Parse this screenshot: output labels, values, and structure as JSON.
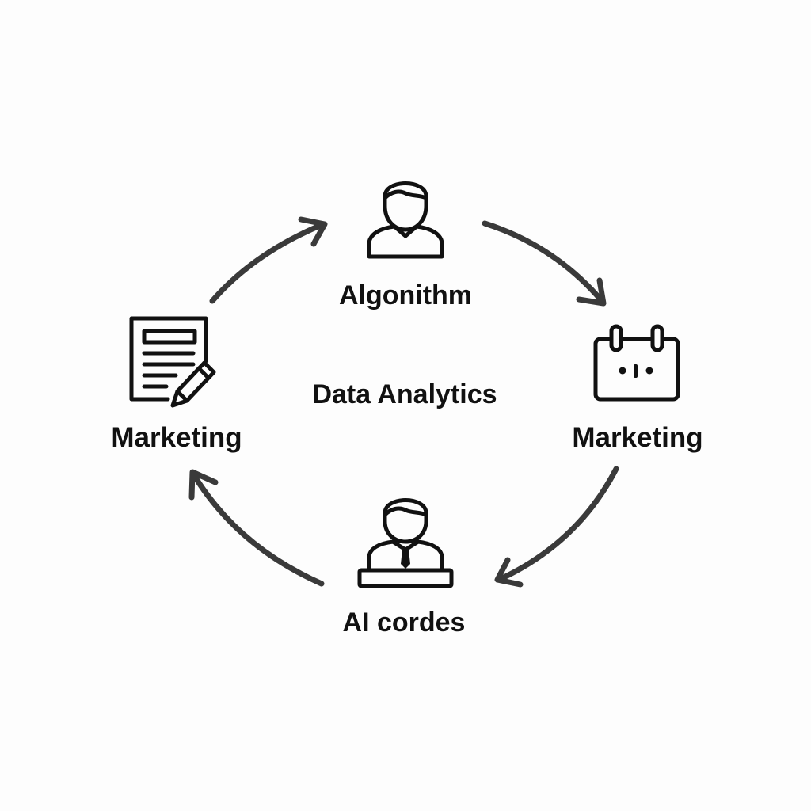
{
  "diagram": {
    "center_label": "Data Analytics",
    "nodes": {
      "top": {
        "label": "Algonithm",
        "icon": "user-icon"
      },
      "right": {
        "label": "Marketing",
        "icon": "calendar-icon"
      },
      "bottom": {
        "label": "AI cordes",
        "icon": "presenter-desk-icon"
      },
      "left": {
        "label": "Marketing",
        "icon": "document-pencil-icon"
      }
    },
    "flow_direction": "clockwise",
    "colors": {
      "stroke": "#111111",
      "arrow": "#3a3a3a",
      "background": "#fdfdfd"
    }
  }
}
